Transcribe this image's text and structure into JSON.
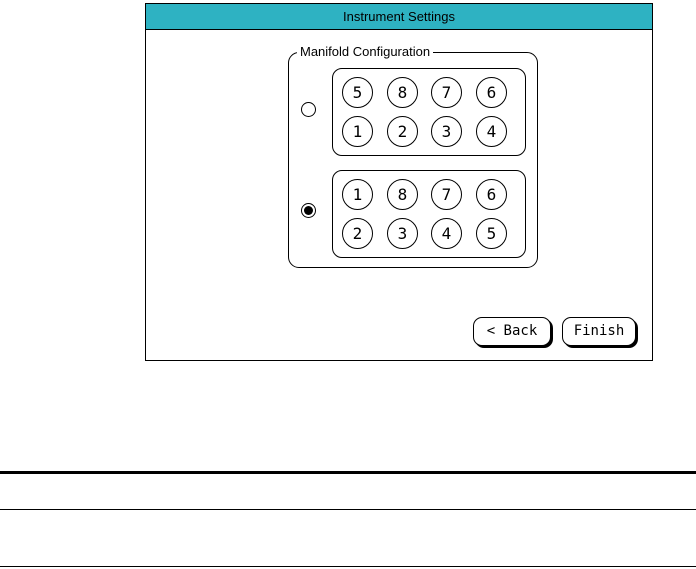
{
  "window": {
    "title": "Instrument Settings"
  },
  "manifold": {
    "legend": "Manifold Configuration",
    "options": [
      {
        "selected": false,
        "rows": [
          [
            "5",
            "8",
            "7",
            "6"
          ],
          [
            "1",
            "2",
            "3",
            "4"
          ]
        ]
      },
      {
        "selected": true,
        "rows": [
          [
            "1",
            "8",
            "7",
            "6"
          ],
          [
            "2",
            "3",
            "4",
            "5"
          ]
        ]
      }
    ]
  },
  "buttons": {
    "back": "< Back",
    "finish": "Finish"
  }
}
